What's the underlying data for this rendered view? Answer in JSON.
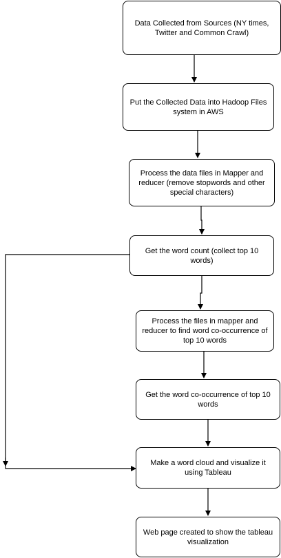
{
  "nodes": [
    {
      "id": "n1",
      "text": "Data Collected from Sources (NY times, Twitter and Common Crawl)"
    },
    {
      "id": "n2",
      "text": "Put the Collected Data into Hadoop Files system in AWS"
    },
    {
      "id": "n3",
      "text": "Process the data files in Mapper and reducer (remove stopwords and other special characters)"
    },
    {
      "id": "n4",
      "text": "Get the word count (collect top 10 words)"
    },
    {
      "id": "n5",
      "text": "Process the files in mapper and reducer to find word co-occurrence of top 10 words"
    },
    {
      "id": "n6",
      "text": "Get the word co-occurrence of top 10 words"
    },
    {
      "id": "n7",
      "text": "Make a word cloud and visualize it using Tableau"
    },
    {
      "id": "n8",
      "text": "Web page created to show the tableau visualization"
    }
  ],
  "edges": [
    {
      "from": "n1",
      "to": "n2"
    },
    {
      "from": "n2",
      "to": "n3"
    },
    {
      "from": "n3",
      "to": "n4"
    },
    {
      "from": "n4",
      "to": "n5"
    },
    {
      "from": "n5",
      "to": "n6"
    },
    {
      "from": "n6",
      "to": "n7"
    },
    {
      "from": "n4",
      "to": "n7"
    },
    {
      "from": "n7",
      "to": "n8"
    }
  ],
  "colors": {
    "stroke": "#000000",
    "fill": "#ffffff",
    "text": "#000000"
  }
}
